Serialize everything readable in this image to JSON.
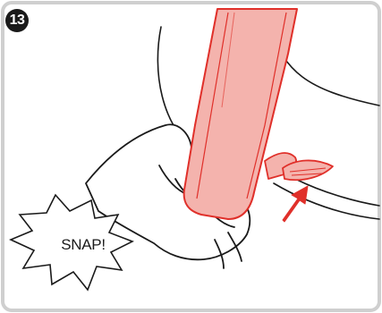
{
  "step": {
    "number": "13"
  },
  "callout": {
    "text": "SNAP!"
  },
  "colors": {
    "background": "#ffffff",
    "border": "#cfcfcf",
    "outline": "#1a1a1a",
    "strap_fill": "#f4b3ad",
    "strap_stroke": "#e0302a",
    "arrow": "#e0302a"
  },
  "icons": {
    "badge": "step-number-circle",
    "arrow": "red-direction-arrow",
    "burst": "snap-burst"
  }
}
